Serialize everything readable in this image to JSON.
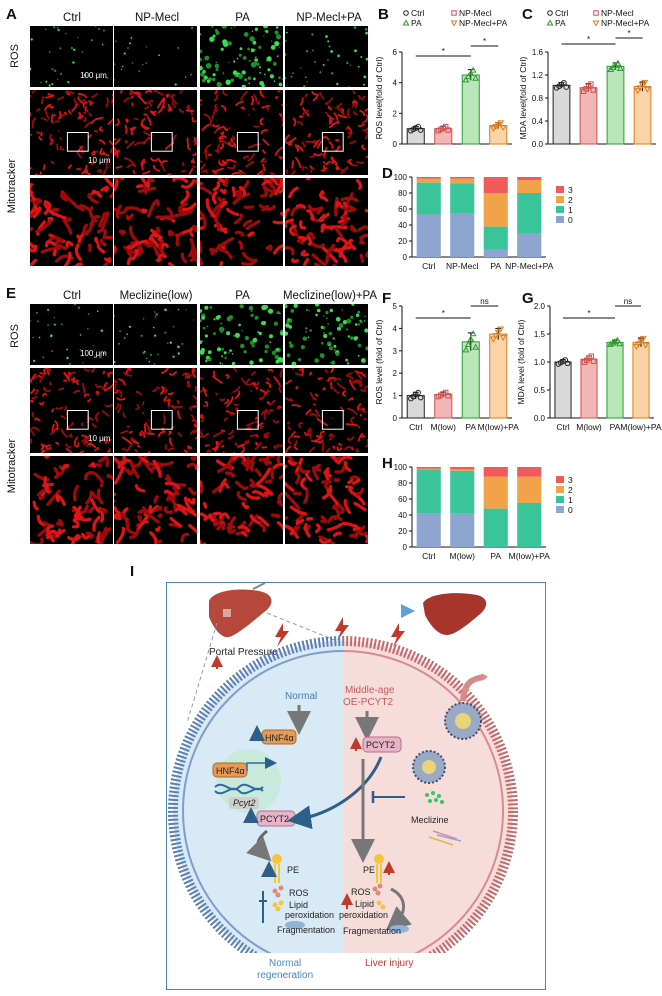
{
  "panels": {
    "A": {
      "label": "A",
      "cols": [
        "Ctrl",
        "NP-Mecl",
        "PA",
        "NP-Mecl+PA"
      ],
      "rows": [
        "ROS",
        "Mitotracker"
      ],
      "scale_top": "100 μm",
      "scale_mid": "10 μm"
    },
    "E": {
      "label": "E",
      "cols": [
        "Ctrl",
        "Meclizine(low)",
        "PA",
        "Meclizine(low)+PA"
      ],
      "rows": [
        "ROS",
        "Mitotracker"
      ],
      "scale_top": "100 μm",
      "scale_mid": "10 μm"
    }
  },
  "chart_data": [
    {
      "id": "B",
      "type": "bar",
      "ylabel": "ROS level(fold of Ctrl)",
      "categories": [
        "Ctrl",
        "NP-Mecl",
        "PA",
        "NP-Mecl+PA"
      ],
      "legend": [
        "Ctrl",
        "NP-Mecl",
        "PA",
        "NP-Mecl+PA"
      ],
      "values": [
        1.0,
        1.0,
        4.5,
        1.2
      ],
      "errors": [
        0.15,
        0.15,
        0.35,
        0.2
      ],
      "ylim": [
        0,
        6
      ],
      "yticks": [
        "0",
        "2",
        "4",
        "6"
      ],
      "sig": [
        {
          "from": 0,
          "to": 2,
          "label": "*"
        },
        {
          "from": 2,
          "to": 3,
          "label": "*"
        }
      ]
    },
    {
      "id": "C",
      "type": "bar",
      "ylabel": "MDA level(fold of Ctrl)",
      "categories": [
        "Ctrl",
        "NP-Mecl",
        "PA",
        "NP-Mecl+PA"
      ],
      "legend": [
        "Ctrl",
        "NP-Mecl",
        "PA",
        "NP-Mecl+PA"
      ],
      "values": [
        1.02,
        0.98,
        1.35,
        1.0
      ],
      "errors": [
        0.05,
        0.07,
        0.06,
        0.08
      ],
      "ylim": [
        0,
        1.6
      ],
      "yticks": [
        "0.0",
        "0.4",
        "0.8",
        "1.2",
        "1.6"
      ],
      "sig": [
        {
          "from": 0,
          "to": 2,
          "label": "*"
        },
        {
          "from": 2,
          "to": 3,
          "label": "*"
        }
      ]
    },
    {
      "id": "D",
      "type": "bar",
      "stacked": true,
      "categories": [
        "Ctrl",
        "NP-Mecl",
        "PA",
        "NP-Mecl+PA"
      ],
      "legend": [
        "3",
        "2",
        "1",
        "0"
      ],
      "yticks": [
        "0",
        "20",
        "40",
        "60",
        "80",
        "100"
      ],
      "ylim": [
        0,
        100
      ],
      "series": [
        {
          "name": "0",
          "values": [
            53,
            55,
            10,
            30
          ]
        },
        {
          "name": "1",
          "values": [
            40,
            37,
            28,
            50
          ]
        },
        {
          "name": "2",
          "values": [
            5,
            6,
            42,
            16
          ]
        },
        {
          "name": "3",
          "values": [
            2,
            2,
            20,
            4
          ]
        }
      ]
    },
    {
      "id": "F",
      "type": "bar",
      "ylabel": "ROS level (fold of Ctrl)",
      "categories": [
        "Ctrl",
        "M(low)",
        "PA",
        "M(low)+PA"
      ],
      "values": [
        1.0,
        1.05,
        3.4,
        3.75
      ],
      "errors": [
        0.15,
        0.1,
        0.4,
        0.25
      ],
      "ylim": [
        0,
        5
      ],
      "yticks": [
        "0",
        "1",
        "2",
        "3",
        "4",
        "5"
      ],
      "sig": [
        {
          "from": 0,
          "to": 2,
          "label": "*"
        },
        {
          "from": 2,
          "to": 3,
          "label": "ns"
        }
      ]
    },
    {
      "id": "G",
      "type": "bar",
      "ylabel": "MDA level (fold of Ctrl)",
      "categories": [
        "Ctrl",
        "M(low)",
        "PA",
        "M(low)+PA"
      ],
      "values": [
        1.0,
        1.05,
        1.35,
        1.35
      ],
      "errors": [
        0.04,
        0.06,
        0.04,
        0.08
      ],
      "ylim": [
        0,
        2
      ],
      "yticks": [
        "0.0",
        "0.5",
        "1.0",
        "1.5",
        "2.0"
      ],
      "sig": [
        {
          "from": 0,
          "to": 2,
          "label": "*"
        },
        {
          "from": 2,
          "to": 3,
          "label": "ns"
        }
      ]
    },
    {
      "id": "H",
      "type": "bar",
      "stacked": true,
      "categories": [
        "Ctrl",
        "M(low)",
        "PA",
        "M(low)+PA"
      ],
      "legend": [
        "3",
        "2",
        "1",
        "0"
      ],
      "yticks": [
        "0",
        "20",
        "40",
        "60",
        "80",
        "100"
      ],
      "ylim": [
        0,
        100
      ],
      "series": [
        {
          "name": "0",
          "values": [
            42,
            42,
            0,
            0
          ]
        },
        {
          "name": "1",
          "values": [
            55,
            53,
            48,
            55
          ]
        },
        {
          "name": "2",
          "values": [
            1,
            2,
            40,
            33
          ]
        },
        {
          "name": "3",
          "values": [
            2,
            3,
            12,
            12
          ]
        }
      ]
    }
  ],
  "colors": {
    "bar_fill": [
      "#d9d9d9",
      "#f2b6b6",
      "#b9e7b9",
      "#fcd3a7"
    ],
    "bar_edge": [
      "#222222",
      "#d05050",
      "#2e9a2e",
      "#e07b1a"
    ],
    "stack": {
      "0": "#8ea5cf",
      "1": "#39c49a",
      "2": "#f2a34a",
      "3": "#f05a5a"
    }
  },
  "schematic": {
    "label": "I",
    "portal_pressure": "Portal Pressure",
    "normal": "Normal",
    "middle_age": "Middle-age",
    "oe_pcyt2": "OE-PCYT2",
    "hnf4a": "HNF4α",
    "pcyt2_gene": "Pcyt2",
    "pcyt2": "PCYT2",
    "meclizine": "Meclizine",
    "pe": "PE",
    "ros": "ROS",
    "lipid": "Lipid",
    "peroxidation": "peroxidation",
    "fragmentation": "Fragmentation",
    "normal_regen_1": "Normal",
    "normal_regen_2": "regeneration",
    "liver_injury": "Liver injury"
  }
}
